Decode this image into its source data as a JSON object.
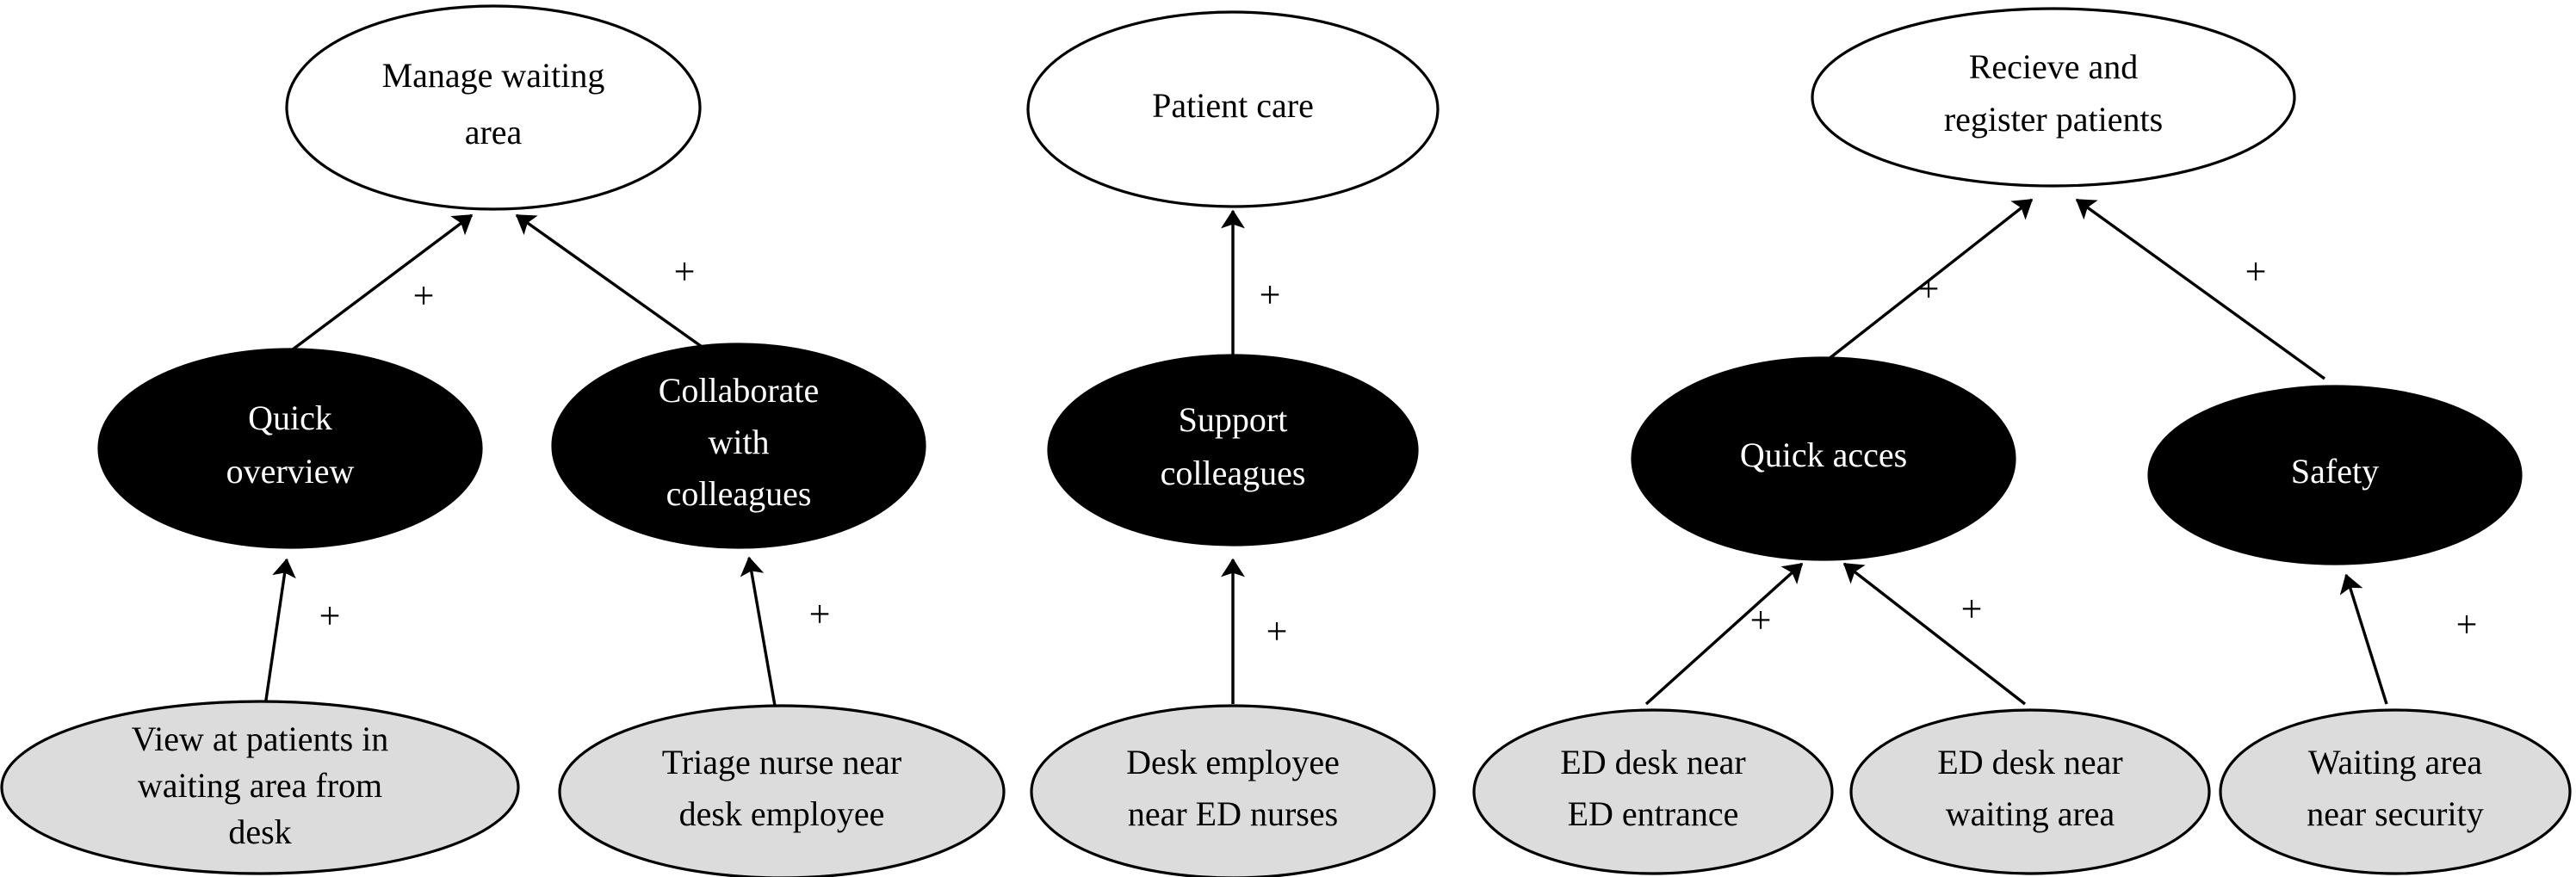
{
  "diagram": {
    "type": "goal-contribution-diagram",
    "background_color": "#ffffff",
    "edge_label_default": "+",
    "node_styles": {
      "goal": {
        "fill": "#ffffff",
        "stroke": "#000000",
        "text": "#000000"
      },
      "softgoal": {
        "fill": "#000000",
        "stroke": "#000000",
        "text": "#ffffff"
      },
      "task": {
        "fill": "#dcdcdc",
        "stroke": "#000000",
        "text": "#000000"
      }
    },
    "nodes": [
      {
        "id": "manage_waiting_area",
        "style": "goal",
        "lines": [
          "Manage waiting",
          "area"
        ]
      },
      {
        "id": "patient_care",
        "style": "goal",
        "lines": [
          "Patient care"
        ]
      },
      {
        "id": "recieve_register",
        "style": "goal",
        "lines": [
          "Recieve and",
          "register patients"
        ]
      },
      {
        "id": "quick_overview",
        "style": "softgoal",
        "lines": [
          "Quick",
          "overview"
        ]
      },
      {
        "id": "collaborate",
        "style": "softgoal",
        "lines": [
          "Collaborate",
          "with",
          "colleagues"
        ]
      },
      {
        "id": "support_colleagues",
        "style": "softgoal",
        "lines": [
          "Support",
          "colleagues"
        ]
      },
      {
        "id": "quick_acces",
        "style": "softgoal",
        "lines": [
          "Quick acces"
        ]
      },
      {
        "id": "safety",
        "style": "softgoal",
        "lines": [
          "Safety"
        ]
      },
      {
        "id": "view_patients",
        "style": "task",
        "lines": [
          "View at patients in",
          "waiting area from",
          "desk"
        ]
      },
      {
        "id": "triage_nurse",
        "style": "task",
        "lines": [
          "Triage nurse near",
          "desk employee"
        ]
      },
      {
        "id": "desk_employee",
        "style": "task",
        "lines": [
          "Desk employee",
          "near ED nurses"
        ]
      },
      {
        "id": "ed_desk_entrance",
        "style": "task",
        "lines": [
          "ED desk near",
          "ED entrance"
        ]
      },
      {
        "id": "ed_desk_waiting",
        "style": "task",
        "lines": [
          "ED desk near",
          "waiting area"
        ]
      },
      {
        "id": "waiting_security",
        "style": "task",
        "lines": [
          "Waiting area",
          "near security"
        ]
      }
    ],
    "edges": [
      {
        "from": "quick_overview",
        "to": "manage_waiting_area",
        "label": "+"
      },
      {
        "from": "collaborate",
        "to": "manage_waiting_area",
        "label": "+"
      },
      {
        "from": "support_colleagues",
        "to": "patient_care",
        "label": "+"
      },
      {
        "from": "quick_acces",
        "to": "recieve_register",
        "label": "+"
      },
      {
        "from": "safety",
        "to": "recieve_register",
        "label": "+"
      },
      {
        "from": "view_patients",
        "to": "quick_overview",
        "label": "+"
      },
      {
        "from": "triage_nurse",
        "to": "collaborate",
        "label": "+"
      },
      {
        "from": "desk_employee",
        "to": "support_colleagues",
        "label": "+"
      },
      {
        "from": "ed_desk_entrance",
        "to": "quick_acces",
        "label": "+"
      },
      {
        "from": "ed_desk_waiting",
        "to": "quick_acces",
        "label": "+"
      },
      {
        "from": "waiting_security",
        "to": "safety",
        "label": "+"
      }
    ]
  }
}
